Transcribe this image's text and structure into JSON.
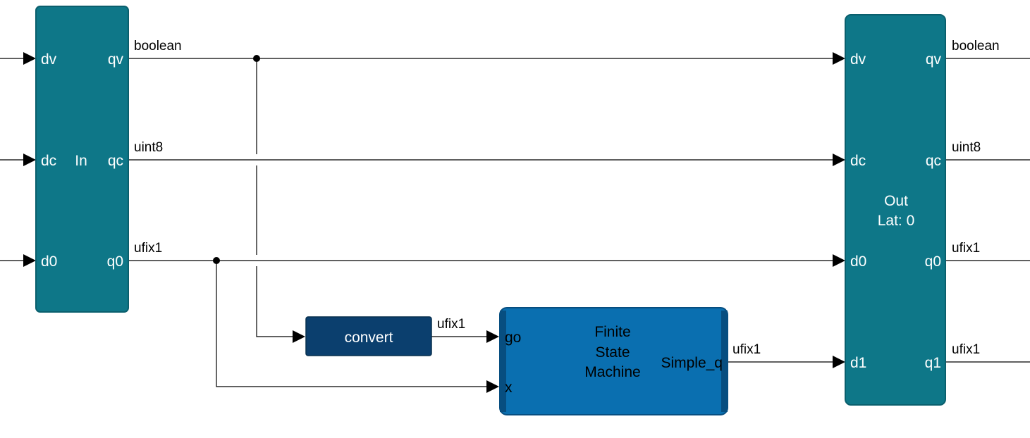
{
  "blocks": {
    "in": {
      "title": "In",
      "inputs": [
        "dv",
        "dc",
        "d0"
      ],
      "outputs": [
        "qv",
        "qc",
        "q0"
      ]
    },
    "out": {
      "title": "Out",
      "latency": "Lat: 0",
      "inputs": [
        "dv",
        "dc",
        "d0",
        "d1"
      ],
      "outputs": [
        "qv",
        "qc",
        "q0",
        "q1"
      ]
    },
    "convert": {
      "title": "convert"
    },
    "fsm": {
      "title_lines": [
        "Finite",
        "State",
        "Machine"
      ],
      "inputs": [
        "go",
        "x"
      ],
      "output": "Simple_q"
    }
  },
  "signals": {
    "in_qv": "boolean",
    "in_qc": "uint8",
    "in_q0": "ufix1",
    "convert_out": "ufix1",
    "fsm_out": "ufix1",
    "out_qv": "boolean",
    "out_qc": "uint8",
    "out_q0": "ufix1",
    "out_q1": "ufix1"
  },
  "colors": {
    "io_block": "#0e7788",
    "io_block_edge": "#0a5f6d",
    "convert_block": "#0b3f6e",
    "fsm_block": "#0a6fb0",
    "fsm_block_edge": "#074e80"
  }
}
